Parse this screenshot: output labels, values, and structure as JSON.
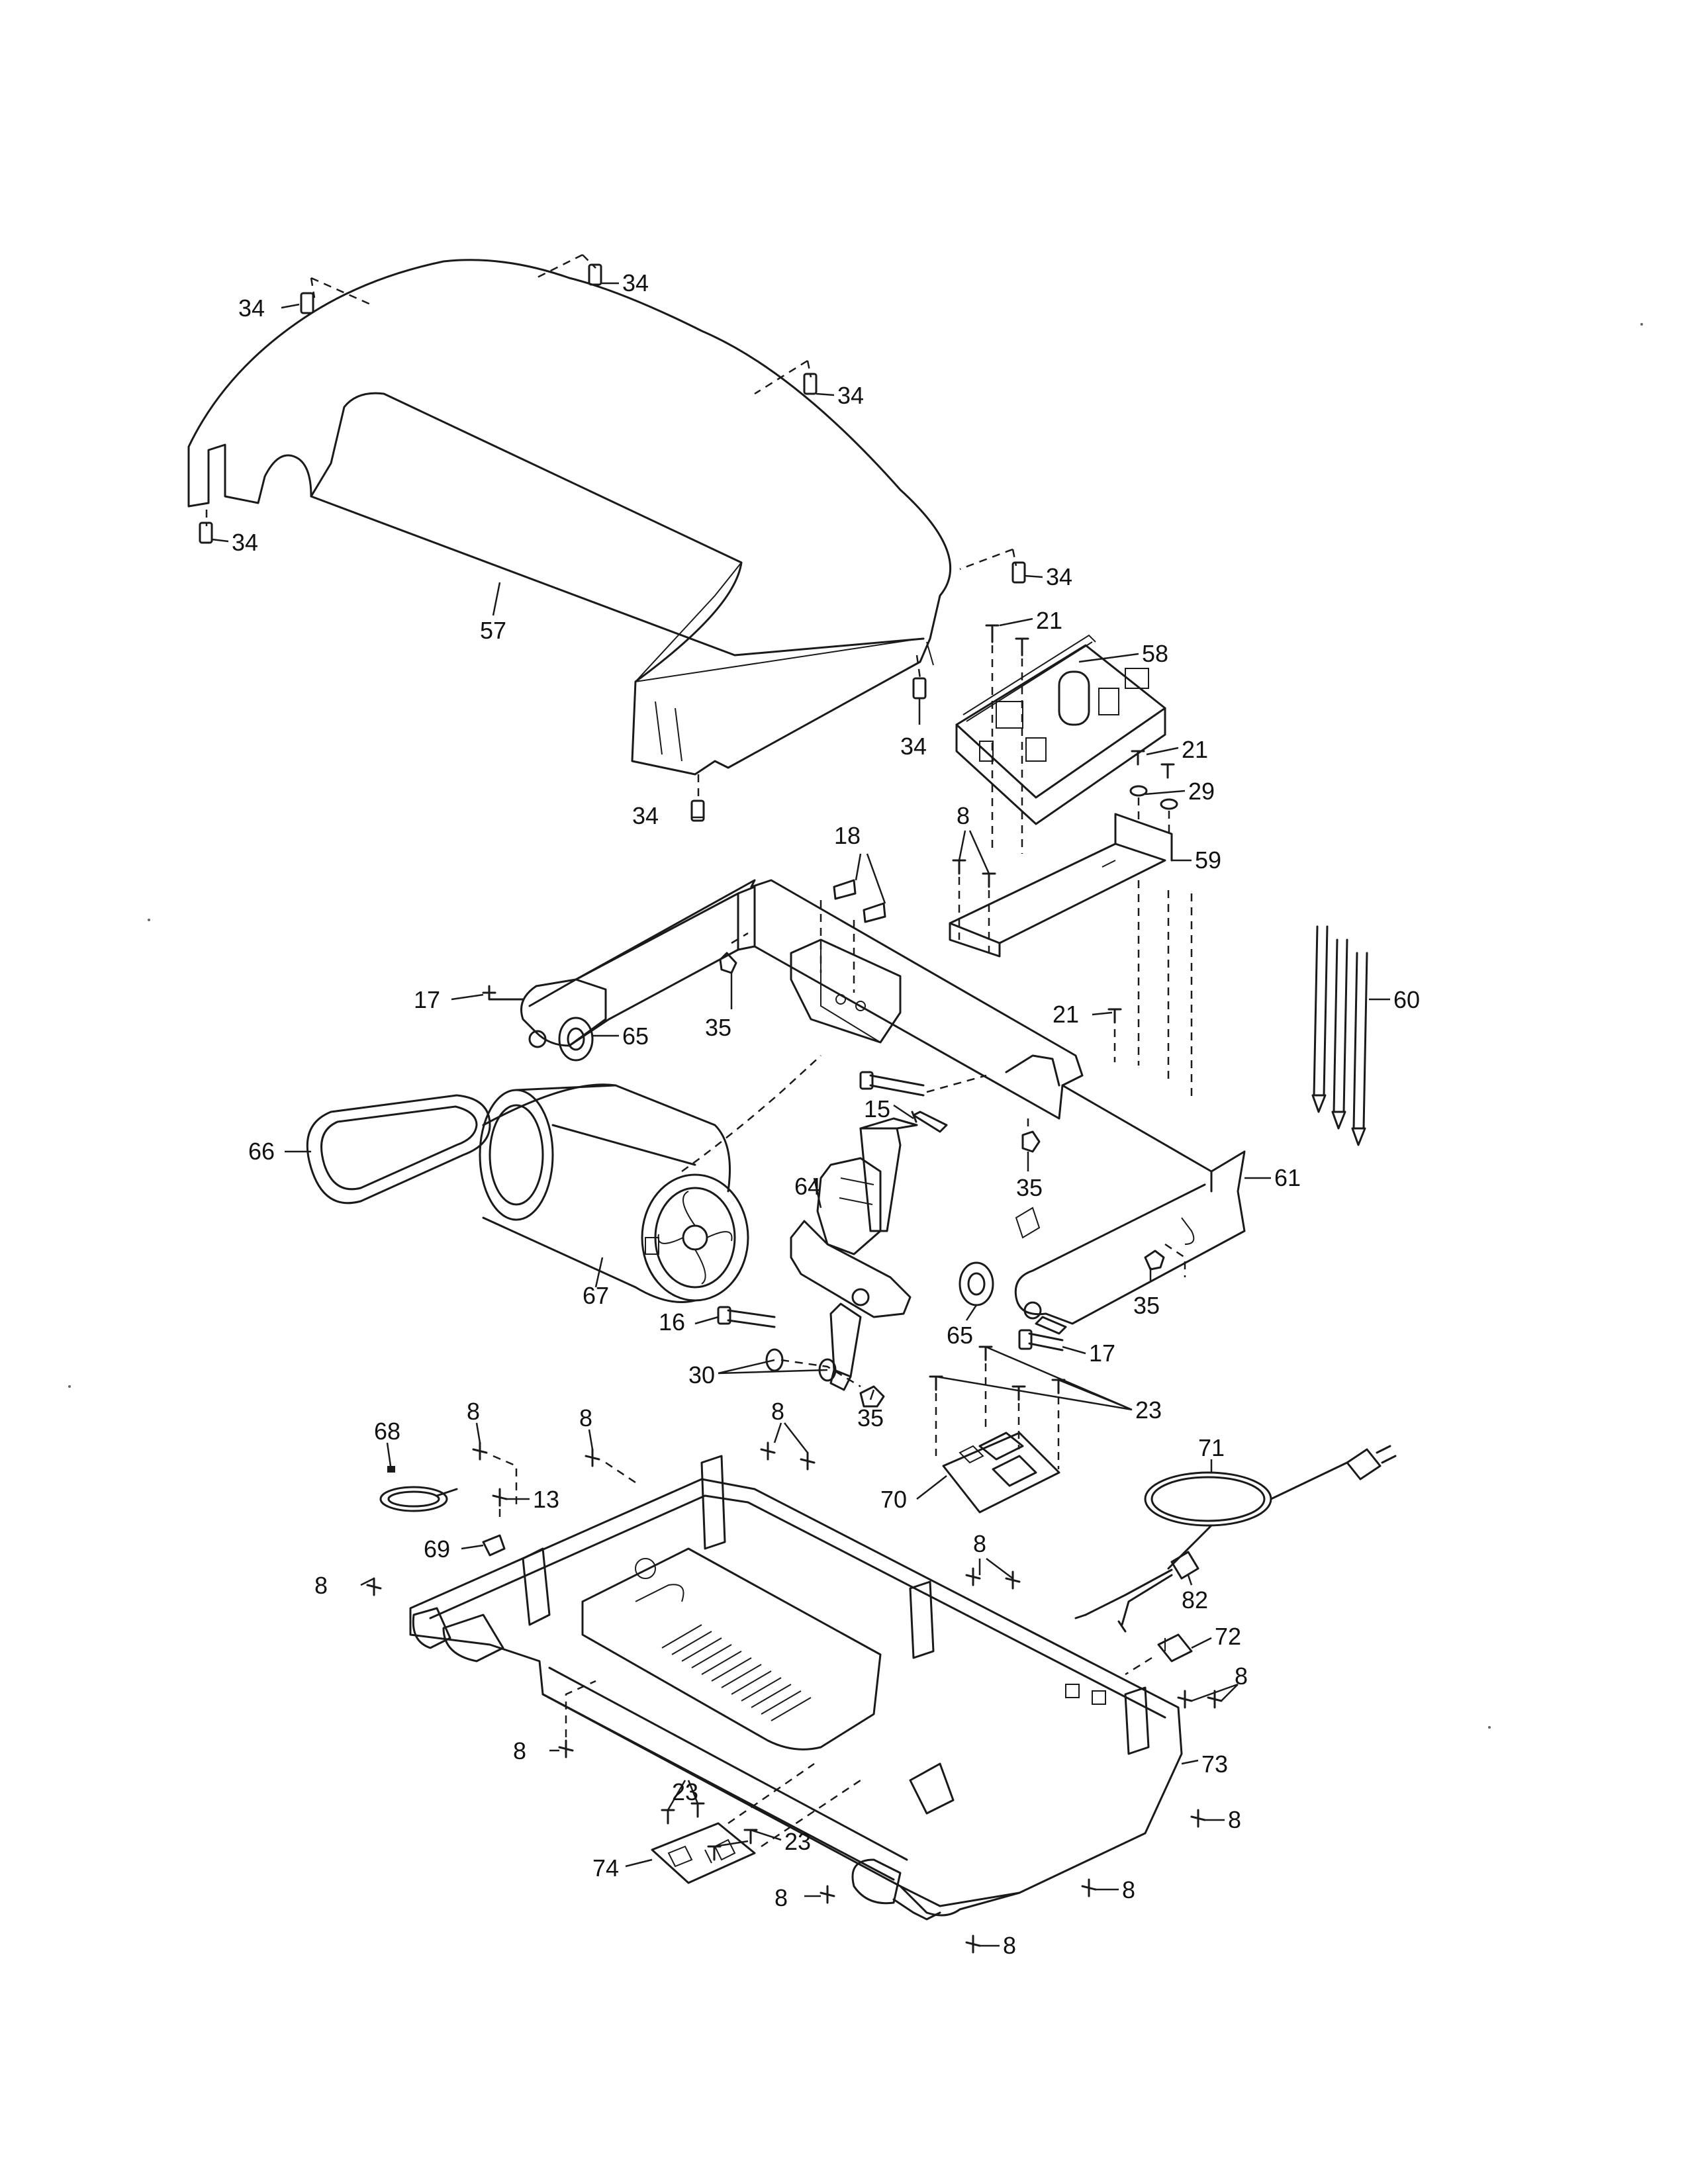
{
  "labels": [
    {
      "id": "34-a",
      "text": "34"
    },
    {
      "id": "34-b",
      "text": "34"
    },
    {
      "id": "34-c",
      "text": "34"
    },
    {
      "id": "34-d",
      "text": "34"
    },
    {
      "id": "34-e",
      "text": "34"
    },
    {
      "id": "34-f",
      "text": "34"
    },
    {
      "id": "34-g",
      "text": "34"
    },
    {
      "id": "57",
      "text": "57"
    },
    {
      "id": "21-a",
      "text": "21"
    },
    {
      "id": "58",
      "text": "58"
    },
    {
      "id": "21-b",
      "text": "21"
    },
    {
      "id": "29",
      "text": "29"
    },
    {
      "id": "59",
      "text": "59"
    },
    {
      "id": "18",
      "text": "18"
    },
    {
      "id": "8-a",
      "text": "8"
    },
    {
      "id": "17-a",
      "text": "17"
    },
    {
      "id": "65-a",
      "text": "65"
    },
    {
      "id": "35-a",
      "text": "35"
    },
    {
      "id": "21-c",
      "text": "21"
    },
    {
      "id": "60",
      "text": "60"
    },
    {
      "id": "15",
      "text": "15"
    },
    {
      "id": "66",
      "text": "66"
    },
    {
      "id": "64",
      "text": "64"
    },
    {
      "id": "35-b",
      "text": "35"
    },
    {
      "id": "61",
      "text": "61"
    },
    {
      "id": "67",
      "text": "67"
    },
    {
      "id": "35-c",
      "text": "35"
    },
    {
      "id": "16",
      "text": "16"
    },
    {
      "id": "65-b",
      "text": "65"
    },
    {
      "id": "17-b",
      "text": "17"
    },
    {
      "id": "30",
      "text": "30"
    },
    {
      "id": "8-b",
      "text": "8"
    },
    {
      "id": "8-c",
      "text": "8"
    },
    {
      "id": "8-d",
      "text": "8"
    },
    {
      "id": "23-a",
      "text": "23"
    },
    {
      "id": "68",
      "text": "68"
    },
    {
      "id": "35-d",
      "text": "35"
    },
    {
      "id": "71",
      "text": "71"
    },
    {
      "id": "13",
      "text": "13"
    },
    {
      "id": "70",
      "text": "70"
    },
    {
      "id": "8-e",
      "text": "8"
    },
    {
      "id": "69",
      "text": "69"
    },
    {
      "id": "8-f",
      "text": "8"
    },
    {
      "id": "82",
      "text": "82"
    },
    {
      "id": "72",
      "text": "72"
    },
    {
      "id": "8-g",
      "text": "8"
    },
    {
      "id": "8-h",
      "text": "8"
    },
    {
      "id": "73",
      "text": "73"
    },
    {
      "id": "23-b",
      "text": "23"
    },
    {
      "id": "8-i",
      "text": "8"
    },
    {
      "id": "23-c",
      "text": "23"
    },
    {
      "id": "74",
      "text": "74"
    },
    {
      "id": "8-j",
      "text": "8"
    },
    {
      "id": "8-k",
      "text": "8"
    },
    {
      "id": "8-l",
      "text": "8"
    }
  ]
}
